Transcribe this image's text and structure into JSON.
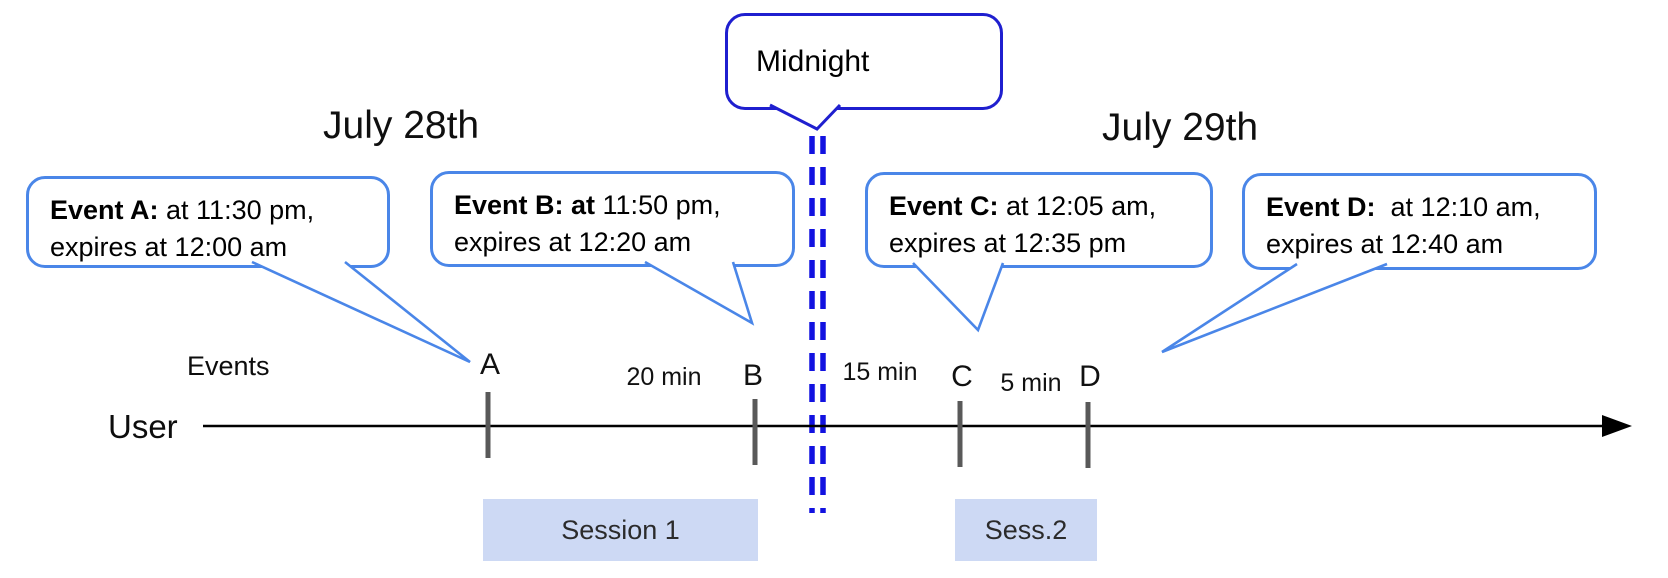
{
  "colors": {
    "event_bubble_border": "#4a86e8",
    "midnight_border": "#1f1fcf",
    "midnight_dash": "#1212e0",
    "session_fill": "#cdd9f4",
    "tick": "#595959",
    "timeline": "#000000"
  },
  "dates": {
    "left": "July 28th",
    "right": "July 29th"
  },
  "midnight": {
    "label": "Midnight"
  },
  "events": [
    {
      "tick": "A",
      "bold": "Event A:",
      "rest": " at 11:30 pm,",
      "line2": "expires at 12:00 am"
    },
    {
      "tick": "B",
      "bold": "Event B: at",
      "rest": " 11:50 pm,",
      "line2": "expires at 12:20 am"
    },
    {
      "tick": "C",
      "bold": "Event C:",
      "rest": " at 12:05 am,",
      "line2": "expires at 12:35 pm"
    },
    {
      "tick": "D",
      "bold": "Event D:",
      "rest": "  at 12:10 am,",
      "line2": "expires at 12:40 am"
    }
  ],
  "axis": {
    "row_label_events": "Events",
    "row_label_user": "User"
  },
  "intervals": [
    {
      "label": "20 min"
    },
    {
      "label": "15 min"
    },
    {
      "label": "5 min"
    }
  ],
  "sessions": [
    {
      "label": "Session 1"
    },
    {
      "label": "Sess.2"
    }
  ]
}
